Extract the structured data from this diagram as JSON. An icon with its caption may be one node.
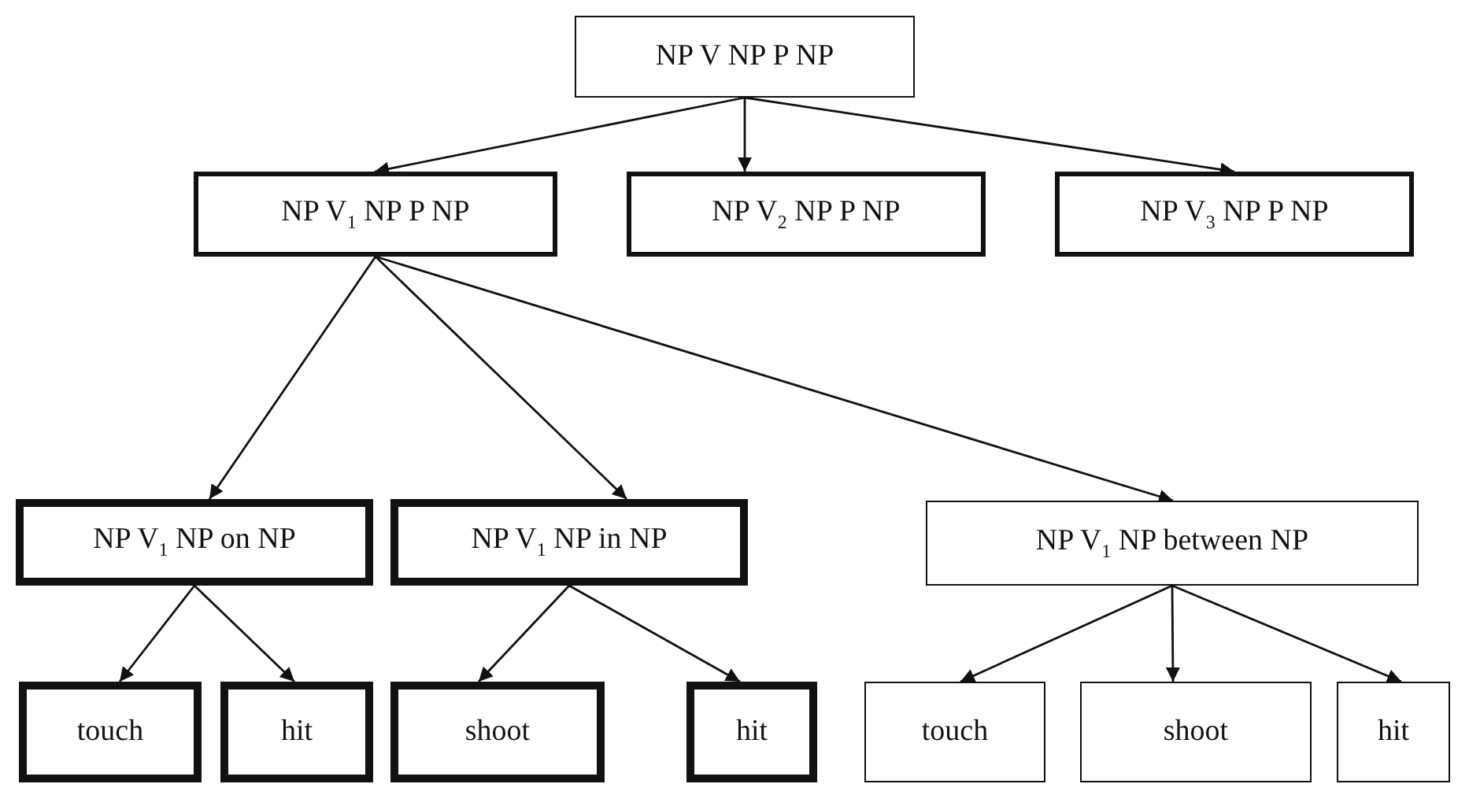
{
  "diagram": {
    "nodes": [
      {
        "text": [
          "NP V NP P NP"
        ]
      },
      {
        "text": [
          "NP V$_{1}$ NP P NP"
        ]
      },
      {
        "text": [
          "NP V$_{2}$ NP P NP"
        ]
      },
      {
        "text": [
          "NP V$_{3}$ NP P NP"
        ]
      },
      {
        "text": [
          "NP V$_{1}$ NP on NP"
        ]
      },
      {
        "text": [
          "NP V$_{1}$ NP in NP"
        ]
      },
      {
        "text": [
          "NP V$_{1}$ NP between NP"
        ]
      },
      {
        "text": [
          "touch"
        ]
      },
      {
        "text": [
          "hit"
        ]
      },
      {
        "text": [
          "shoot"
        ]
      },
      {
        "text": [
          "hit"
        ]
      },
      {
        "text": [
          "touch"
        ]
      },
      {
        "text": [
          "shoot"
        ]
      },
      {
        "text": [
          "hit"
        ]
      }
    ],
    "edges": [
      {
        "from": 0,
        "to": 1,
        "arrow": "to"
      },
      {
        "from": 0,
        "to": 2,
        "arrow": "to"
      },
      {
        "from": 0,
        "to": 3,
        "arrow": "to"
      },
      {
        "from": 1,
        "to": 4,
        "arrow": "to"
      },
      {
        "from": 1,
        "to": 5,
        "arrow": "to"
      },
      {
        "from": 1,
        "to": 6,
        "arrow": "to"
      },
      {
        "from": 4,
        "to": 7,
        "arrow": "to"
      },
      {
        "from": 4,
        "to": 8,
        "arrow": "to"
      },
      {
        "from": 5,
        "to": 9,
        "arrow": "to"
      },
      {
        "from": 5,
        "to": 10,
        "arrow": "to"
      },
      {
        "from": 6,
        "to": 11,
        "arrow": "to"
      },
      {
        "from": 6,
        "to": 12,
        "arrow": "to"
      },
      {
        "from": 6,
        "to": 13,
        "arrow": "to"
      }
    ]
  }
}
